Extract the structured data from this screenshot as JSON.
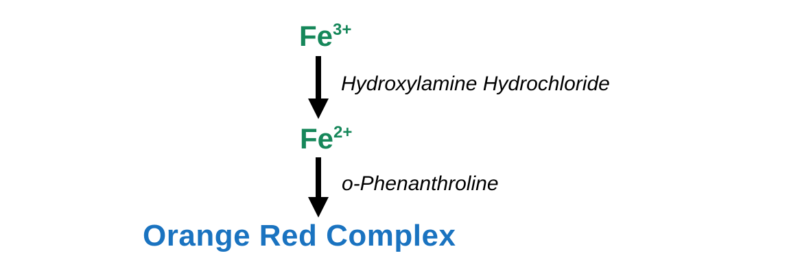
{
  "colors": {
    "iron_species": "#16875a",
    "product": "#1a73c0",
    "arrow": "#000000",
    "reagent_text": "#000000"
  },
  "steps": [
    {
      "species": {
        "symbol": "Fe",
        "charge": "3+"
      },
      "reagent": "Hydroxylamine Hydrochloride"
    },
    {
      "species": {
        "symbol": "Fe",
        "charge": "2+"
      },
      "reagent": "o-Phenanthroline"
    }
  ],
  "product": "Orange Red Complex"
}
